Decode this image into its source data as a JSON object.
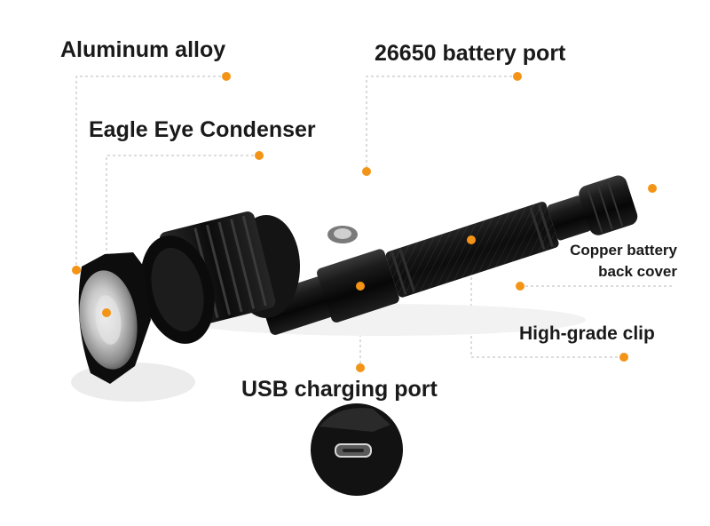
{
  "colors": {
    "accent": "#f39417",
    "body": "#111111",
    "leader_line": "#b9b9b9"
  },
  "labels": {
    "aluminum_alloy": "Aluminum alloy",
    "battery_port": "26650 battery port",
    "condenser": "Eagle Eye Condenser",
    "copper_cover_line1": "Copper battery",
    "copper_cover_line2": "back cover",
    "clip": "High-grade clip",
    "usb_port": "USB charging port"
  }
}
